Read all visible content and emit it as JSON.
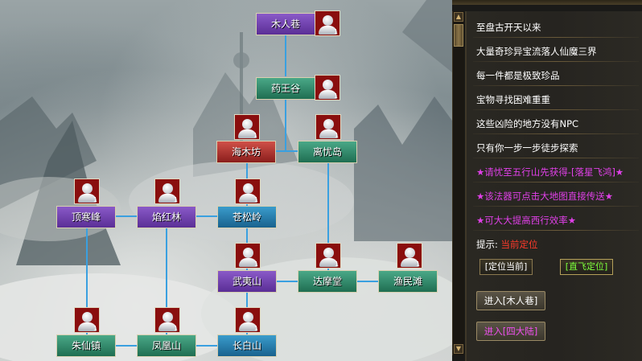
{
  "map": {
    "nodes": [
      {
        "id": "muren",
        "label": "木人巷",
        "color": "purple",
        "count": "1"
      },
      {
        "id": "yaowang",
        "label": "药王谷",
        "color": "green",
        "count": "1"
      },
      {
        "id": "haimu",
        "label": "海木坊",
        "color": "red",
        "count": "1"
      },
      {
        "id": "liyou",
        "label": "离忧岛",
        "color": "green",
        "count": "1"
      },
      {
        "id": "dinghan",
        "label": "顶寒峰",
        "color": "purple",
        "count": "1"
      },
      {
        "id": "yanhong",
        "label": "焰红林",
        "color": "purple",
        "count": "1"
      },
      {
        "id": "cangsong",
        "label": "苍松岭",
        "color": "blue",
        "count": "1"
      },
      {
        "id": "wuyi",
        "label": "武夷山",
        "color": "purple",
        "count": "1"
      },
      {
        "id": "damo",
        "label": "达摩堂",
        "color": "green",
        "count": "1"
      },
      {
        "id": "yumin",
        "label": "渔民滩",
        "color": "green",
        "count": "1"
      },
      {
        "id": "zhuxian",
        "label": "朱仙镇",
        "color": "green",
        "count": "1"
      },
      {
        "id": "fenghuang",
        "label": "凤凰山",
        "color": "green",
        "count": "1"
      },
      {
        "id": "changbai",
        "label": "长白山",
        "color": "blue",
        "count": "1"
      }
    ]
  },
  "panel": {
    "lines": [
      {
        "text": "至盘古开天以来",
        "style": "white"
      },
      {
        "text": "大量奇珍异宝流落人仙魔三界",
        "style": "white"
      },
      {
        "text": "每一件都是极致珍品",
        "style": "white"
      },
      {
        "text": "宝物寻找困难重重",
        "style": "white"
      },
      {
        "text": "这些凶险的地方没有NPC",
        "style": "white"
      },
      {
        "text": "只有你一步一步徒步探索",
        "style": "white"
      },
      {
        "text": "★请忧至五行山先获得-[落星飞鸿]★",
        "style": "purple"
      },
      {
        "text": "★该法器可点击大地图直接传送★",
        "style": "purple"
      },
      {
        "text": "★可大大提高西行效率★",
        "style": "purple"
      }
    ],
    "hint_label": "提示:",
    "hint_value": "当前定位",
    "locate_button": "[定位当前]",
    "fly_button": "[直飞定位]",
    "enter_muren": "进入[木人巷]",
    "enter_sida": "进入[四大陆]"
  },
  "colors": {
    "purple_text": "#e040e8",
    "hint_red": "#ff3a2a",
    "fly_green": "#7cff3c"
  }
}
